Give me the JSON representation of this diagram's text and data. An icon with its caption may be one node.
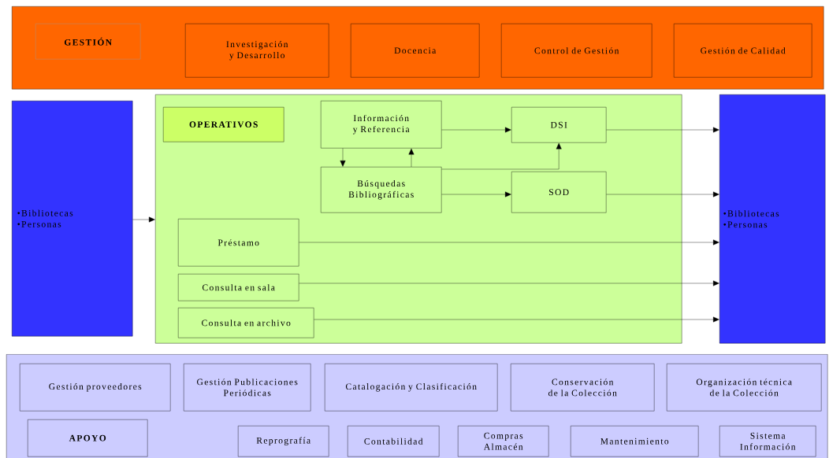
{
  "diagram": {
    "nodes": [
      {
        "text": [],
        "shape": "box"
      },
      {
        "text": [
          "GESTIÓN"
        ],
        "in": 0
      },
      {
        "text": [
          "Investigación y Desarrollo"
        ],
        "in": 0
      },
      {
        "text": [
          "Docencia"
        ],
        "in": 0
      },
      {
        "text": [
          "Control de Gestión"
        ],
        "in": 0
      },
      {
        "text": [
          "Gestión de Calidad"
        ],
        "in": 0
      },
      {
        "text": [
          "•Bibliotecas",
          "•Personas"
        ]
      },
      {
        "text": [],
        "shape": "box"
      },
      {
        "text": [
          "OPERATIVOS"
        ],
        "in": 7
      },
      {
        "text": [
          "Información y Referencia"
        ],
        "in": 7
      },
      {
        "text": [
          "DSI"
        ],
        "in": 7
      },
      {
        "text": [
          "Búsquedas Bibliográficas"
        ],
        "in": 7
      },
      {
        "text": [
          "SOD"
        ],
        "in": 7
      },
      {
        "text": [
          "Préstamo"
        ],
        "in": 7
      },
      {
        "text": [
          "Consulta en sala"
        ],
        "in": 7
      },
      {
        "text": [
          "Consulta en archivo"
        ],
        "in": 7
      },
      {
        "text": [
          "•Bibliotecas",
          "•Personas"
        ]
      },
      {
        "text": [],
        "shape": "box"
      },
      {
        "text": [
          "Gestión proveedores"
        ],
        "in": 17
      },
      {
        "text": [
          "Gestión Publicaciones Periódicas"
        ],
        "in": 17
      },
      {
        "text": [
          "Catalogación y Clasificación"
        ],
        "in": 17
      },
      {
        "text": [
          "Conservación de la Colección"
        ],
        "in": 17
      },
      {
        "text": [
          "Organización técnica de la Colección"
        ],
        "in": 17
      },
      {
        "text": [
          "APOYO"
        ],
        "in": 17
      },
      {
        "text": [
          "Reprografía"
        ],
        "in": 17
      },
      {
        "text": [
          "Contabilidad"
        ],
        "in": 17
      },
      {
        "text": [
          "Compras Almacén"
        ],
        "in": 17
      },
      {
        "text": [
          "Mantenimiento"
        ],
        "in": 17
      },
      {
        "text": [
          "Sistema Información"
        ],
        "in": 17
      }
    ],
    "edges": [
      {
        "from": 6,
        "to": 7,
        "arrow": "to"
      },
      {
        "from": 9,
        "to": 10,
        "arrow": "to"
      },
      {
        "from": 9,
        "to": 11,
        "arrow": "to"
      },
      {
        "from": 11,
        "to": 9,
        "arrow": "to"
      },
      {
        "from": 11,
        "to": 10,
        "arrow": "to"
      },
      {
        "from": 11,
        "to": 12,
        "arrow": "to"
      },
      {
        "from": 10,
        "to": 16,
        "arrow": "to"
      },
      {
        "from": 12,
        "to": 16,
        "arrow": "to"
      },
      {
        "from": 13,
        "to": 16,
        "arrow": "to"
      },
      {
        "from": 14,
        "to": 16,
        "arrow": "to"
      },
      {
        "from": 15,
        "to": 16,
        "arrow": "to"
      }
    ]
  }
}
